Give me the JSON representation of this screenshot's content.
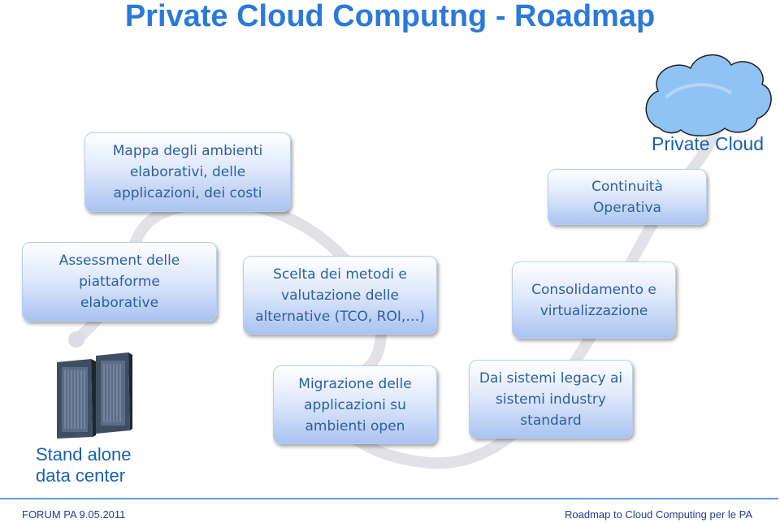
{
  "title": "Private Cloud Computng -  Roadmap",
  "steps": [
    {
      "id": "mappa",
      "text": "Mappa degli ambienti elaborativi, delle applicazioni, dei costi"
    },
    {
      "id": "assessment",
      "text": "Assessment delle piattaforme elaborative"
    },
    {
      "id": "scelta",
      "text": "Scelta dei metodi e valutazione delle alternative (TCO, ROI,…)"
    },
    {
      "id": "migrazione",
      "text": "Migrazione delle applicazioni su ambienti open"
    },
    {
      "id": "dai_sistemi",
      "text": "Dai sistemi legacy ai sistemi industry standard"
    },
    {
      "id": "consolidamento",
      "text": "Consolidamento e virtualizzazione"
    },
    {
      "id": "continuita",
      "text": "Continuità Operativa"
    }
  ],
  "start_label": "Stand alone data center",
  "end_label": "Private Cloud",
  "footer": {
    "left": "FORUM PA  9.05.2011",
    "right": "Roadmap to Cloud Computing per le PA"
  },
  "colors": {
    "title": "#2b79d8",
    "box_text": "#2f5f9f",
    "path": "#e2e2e6",
    "footer_rule": "#2b79d8"
  },
  "icons": [
    "server-rack-icon",
    "cloud-icon"
  ]
}
